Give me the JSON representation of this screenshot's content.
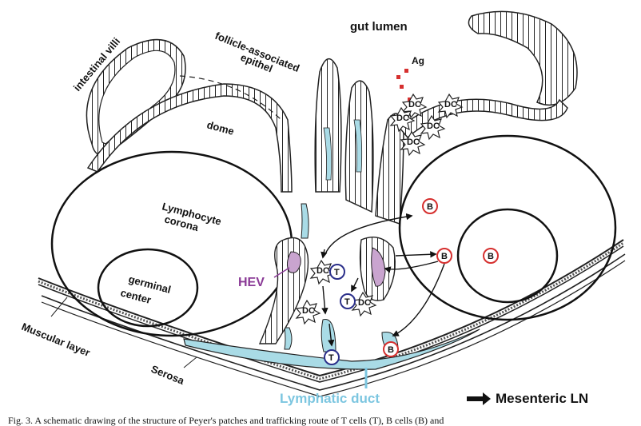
{
  "labels": {
    "gut_lumen": "gut lumen",
    "intestinal_villi": "intestinal villi",
    "follicle_associated_1": "follicle-associated",
    "follicle_associated_2": "epithel",
    "antigen": "Ag",
    "dome": "dome",
    "lymphocyte_corona_1": "Lymphocyte",
    "lymphocyte_corona_2": "corona",
    "germinal_center_1": "germinal",
    "germinal_center_2": "center",
    "hev": "HEV",
    "muscular_layer": "Muscular layer",
    "serosa": "Serosa",
    "lymphatic_duct": "Lymphatic duct",
    "mesenteric_ln": "Mesenteric LN"
  },
  "cells": {
    "dc": "DC",
    "t": "T",
    "b": "B"
  },
  "caption": "Fig. 3. A schematic drawing of the structure of Peyer's patches and trafficking route of T cells (T), B cells (B) and",
  "colors": {
    "lymph": "#a9dbe6",
    "hev": "#c9a4cf",
    "hev_label": "#8a3a96",
    "b_cell": "#d6302f",
    "t_cell": "#2b2f8a",
    "lymphatic_label": "#7cc6e0"
  }
}
